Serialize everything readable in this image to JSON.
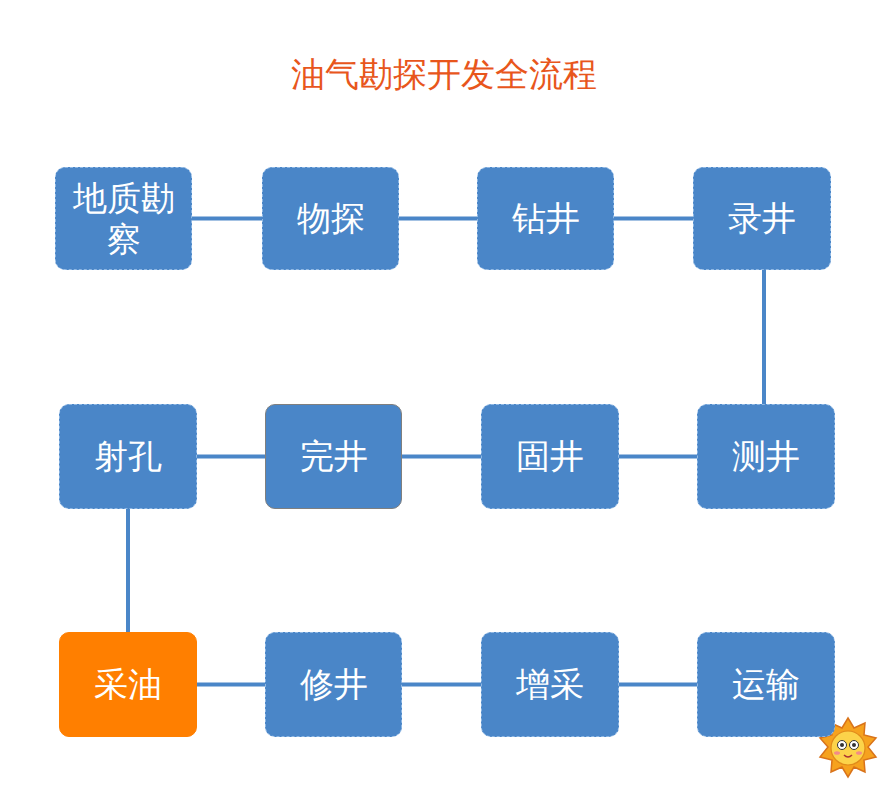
{
  "diagram": {
    "title": "油气勘探开发全流程",
    "nodes": [
      {
        "text": [
          "地质勘察"
        ]
      },
      {
        "text": [
          "物探"
        ]
      },
      {
        "text": [
          "钻井"
        ]
      },
      {
        "text": [
          "录井"
        ]
      },
      {
        "text": [
          "测井"
        ]
      },
      {
        "text": [
          "固井"
        ]
      },
      {
        "text": [
          "完井"
        ]
      },
      {
        "text": [
          "射孔"
        ]
      },
      {
        "text": [
          "采油"
        ]
      },
      {
        "text": [
          "修井"
        ]
      },
      {
        "text": [
          "增采"
        ]
      },
      {
        "text": [
          "运输"
        ]
      }
    ],
    "edges": [
      {
        "from": 0,
        "to": 1,
        "arrow": "none"
      },
      {
        "from": 1,
        "to": 2,
        "arrow": "none"
      },
      {
        "from": 2,
        "to": 3,
        "arrow": "none"
      },
      {
        "from": 3,
        "to": 4,
        "arrow": "none"
      },
      {
        "from": 4,
        "to": 5,
        "arrow": "none"
      },
      {
        "from": 5,
        "to": 6,
        "arrow": "none"
      },
      {
        "from": 6,
        "to": 7,
        "arrow": "none"
      },
      {
        "from": 7,
        "to": 8,
        "arrow": "none"
      },
      {
        "from": 8,
        "to": 9,
        "arrow": "none"
      },
      {
        "from": 9,
        "to": 10,
        "arrow": "none"
      },
      {
        "from": 10,
        "to": 11,
        "arrow": "none"
      }
    ]
  }
}
